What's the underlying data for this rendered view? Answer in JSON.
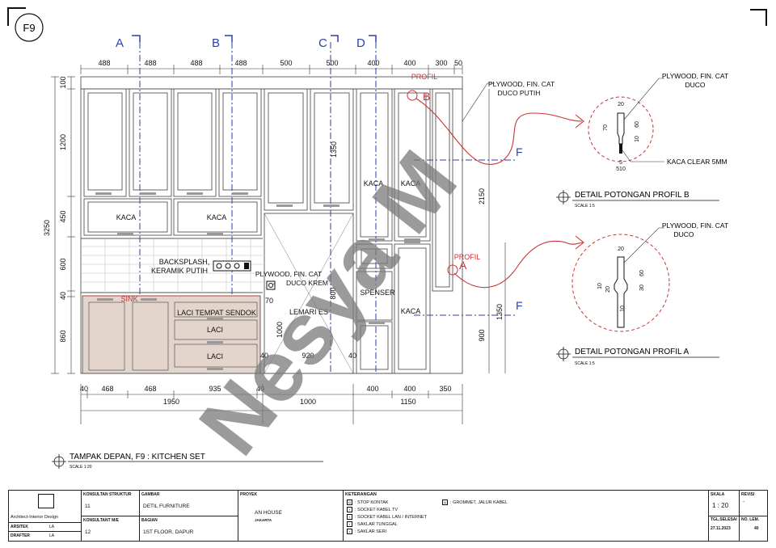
{
  "sheet_badge": "F9",
  "section_markers": [
    "A",
    "B",
    "C",
    "D"
  ],
  "dims_top": [
    "488",
    "488",
    "488",
    "488",
    "500",
    "500",
    "400",
    "400",
    "300",
    "50"
  ],
  "dims_left": [
    "100",
    "1200",
    "450",
    "600",
    "40",
    "860"
  ],
  "dim_total_height": "3250",
  "dims_bottom": [
    "40",
    "468",
    "468",
    "935",
    "40",
    "400",
    "400",
    "350"
  ],
  "dims_bottom_totals": [
    "1950",
    "1000",
    "1150"
  ],
  "dims_inner": {
    "d1350a": "1350",
    "d2150": "2150",
    "d1350b": "1350",
    "d900": "900",
    "d70": "70",
    "d1000": "1000",
    "d800": "800",
    "d920": "920",
    "d40a": "40",
    "d40b": "40"
  },
  "labels": {
    "kaca1": "KACA",
    "kaca2": "KACA",
    "kaca3": "KACA",
    "kaca4": "KACA",
    "kaca5": "KACA",
    "backsplash1": "BACKSPLASH,",
    "backsplash2": "KERAMIK PUTIH",
    "sink": "SINK",
    "laci_sendok": "LACI TEMPAT SENDOK",
    "laci1": "LACI",
    "laci2": "LACI",
    "lemari_es": "LEMARI ES",
    "dispenser": "SPENSER",
    "profil_top": "PROFIL",
    "profil_mid": "PROFIL",
    "callout_plywood_top1": "PLYWOOD, FIN. CAT",
    "callout_plywood_top2": "DUCO PUTIH",
    "callout_plywood_mid1": "PLYWOOD, FIN. CAT",
    "callout_plywood_mid2": "DUCO KREM",
    "marker_b": "B",
    "marker_a": "A",
    "marker_f1": "F",
    "marker_f2": "F"
  },
  "detail_b": {
    "title": "DETAIL POTONGAN PROFIL B",
    "scale": "SCALE 1:5",
    "note1a": "PLYWOOD, FIN. CAT",
    "note1b": "DUCO",
    "note2": "KACA CLEAR 5MM",
    "dims": [
      "20",
      "70",
      "60",
      "10",
      "5",
      "510"
    ]
  },
  "detail_a": {
    "title": "DETAIL POTONGAN PROFIL A",
    "scale": "SCALE 1:5",
    "note1a": "PLYWOOD, FIN. CAT",
    "note1b": "DUCO",
    "dims": [
      "20",
      "60",
      "10",
      "20",
      "30",
      "10"
    ]
  },
  "main_title": "TAMPAK DEPAN, F9 : KITCHEN SET",
  "main_scale": "SCALE 1:20",
  "watermark": "Nesya M",
  "titleblock": {
    "firm": "Architect-Interior Design",
    "arsitek_label": "ARSITEK",
    "arsitek_val": "LA",
    "drafter_label": "DRAFTER",
    "drafter_val": "LA",
    "konsultan_struktur_label": "KONSULTAN STRUKTUR",
    "konsultan_struktur_val": "11",
    "konsultan_me_label": "KONSULTANT M/E",
    "konsultan_me_val": "12",
    "gambar_label": "GAMBAR",
    "gambar_val": "DETIL FURNITURE",
    "bagian_label": "BAGIAN",
    "bagian_val": "1ST FLOOR, DAPUR",
    "proyek_label": "PROYEK",
    "proyek_val": "AN HOUSE",
    "proyek_loc": "JAKARTA",
    "keterangan_label": "KETERANGAN",
    "legend": [
      {
        "icon": "◘",
        "name": ": STOP KONTAK"
      },
      {
        "icon": "▪",
        "name": ": SOCKET KABEL TV"
      },
      {
        "icon": "▪",
        "name": ": SOCKET KABEL LAN / INTERNET"
      },
      {
        "icon": "▪",
        "name": ": SAKLAR TUNGGAL"
      },
      {
        "icon": "▪",
        "name": ": SAKLAR SERI"
      }
    ],
    "legend_extra": {
      "icon": "◘",
      "name": ": GROMMET, JALUR KABEL"
    },
    "skala_label": "SKALA",
    "skala_val": "1 : 20",
    "revisi_label": "REVISI",
    "revisi_val": "-",
    "tgl_label": "TGL.SELESAI",
    "tgl_val": "27.11.2023",
    "no_lem_label": "NO. LEM.",
    "no_lem_val": "40"
  }
}
